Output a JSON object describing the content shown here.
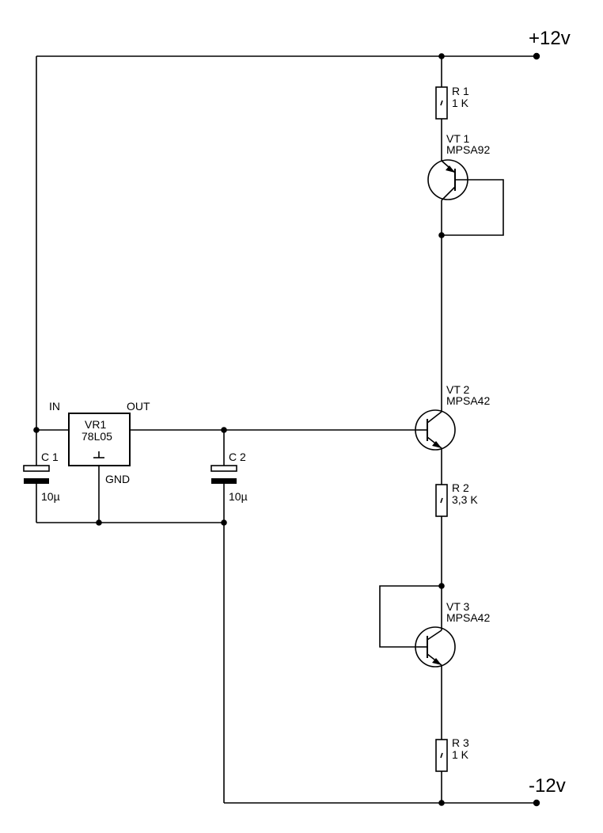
{
  "rails": {
    "positive": "+12v",
    "negative": "-12v"
  },
  "components": {
    "r1": {
      "ref": "R 1",
      "value": "1 K"
    },
    "vt1": {
      "ref": "VT 1",
      "value": "MPSA92"
    },
    "vt2": {
      "ref": "VT 2",
      "value": "MPSA42"
    },
    "r2": {
      "ref": "R 2",
      "value": "3,3 K"
    },
    "vt3": {
      "ref": "VT 3",
      "value": "MPSA42"
    },
    "r3": {
      "ref": "R 3",
      "value": "1 K"
    },
    "vr1": {
      "ref": "VR1",
      "value": "78L05",
      "pin_in": "IN",
      "pin_out": "OUT",
      "pin_gnd": "GND"
    },
    "c1": {
      "ref": "C 1",
      "value": "10µ"
    },
    "c2": {
      "ref": "C 2",
      "value": "10µ"
    }
  },
  "colors": {
    "ink": "#000000",
    "background": "#ffffff"
  }
}
